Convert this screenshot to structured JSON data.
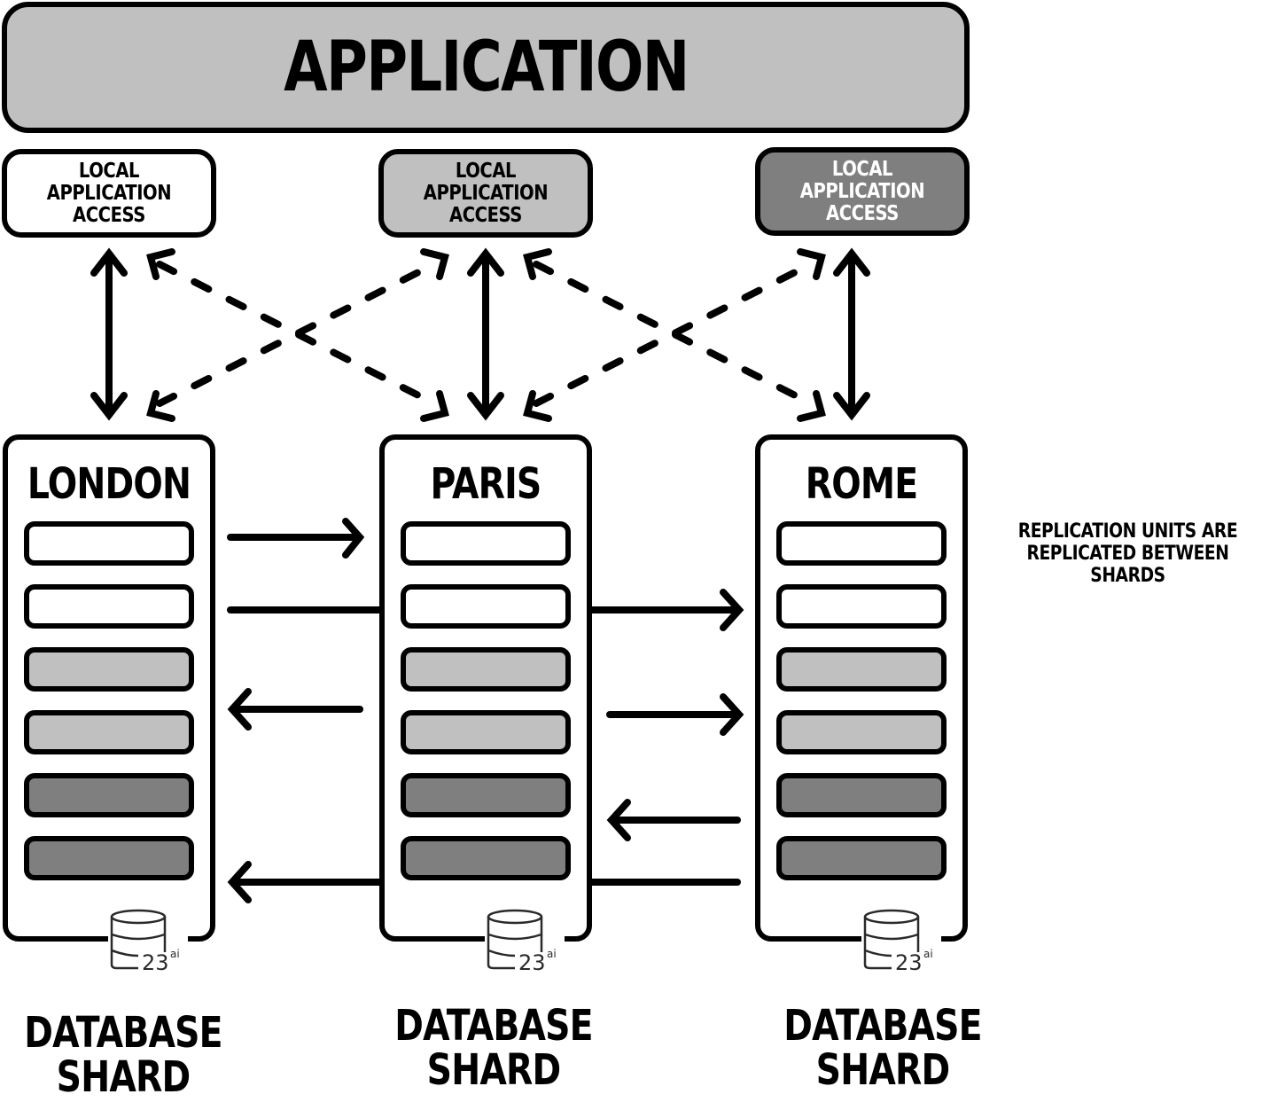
{
  "application": {
    "title": "APPLICATION",
    "fill": "#c0c0c0"
  },
  "local_access": [
    {
      "label": "LOCAL APPLICATION\nACCESS",
      "fill": "#ffffff",
      "text_color": "#000000"
    },
    {
      "label": "LOCAL APPLICATION\nACCESS",
      "fill": "#c0c0c0",
      "text_color": "#000000"
    },
    {
      "label": "LOCAL APPLICATION\nACCESS",
      "fill": "#7f7f7f",
      "text_color": "#ffffff"
    }
  ],
  "shards": [
    {
      "name": "LONDON",
      "caption": "DATABASE\nSHARD",
      "db_version": "23",
      "db_suffix": "ai",
      "units": [
        "#ffffff",
        "#ffffff",
        "#c0c0c0",
        "#c0c0c0",
        "#7f7f7f",
        "#7f7f7f"
      ]
    },
    {
      "name": "PARIS",
      "caption": "DATABASE\nSHARD",
      "db_version": "23",
      "db_suffix": "ai",
      "units": [
        "#ffffff",
        "#ffffff",
        "#c0c0c0",
        "#c0c0c0",
        "#7f7f7f",
        "#7f7f7f"
      ]
    },
    {
      "name": "ROME",
      "caption": "DATABASE\nSHARD",
      "db_version": "23",
      "db_suffix": "ai",
      "units": [
        "#ffffff",
        "#ffffff",
        "#c0c0c0",
        "#c0c0c0",
        "#7f7f7f",
        "#7f7f7f"
      ]
    }
  ],
  "note": "REPLICATION UNITS ARE\nREPLICATED BETWEEN SHARDS",
  "colors": {
    "white": "#ffffff",
    "light_gray": "#c0c0c0",
    "dark_gray": "#7f7f7f",
    "stroke": "#000000"
  }
}
